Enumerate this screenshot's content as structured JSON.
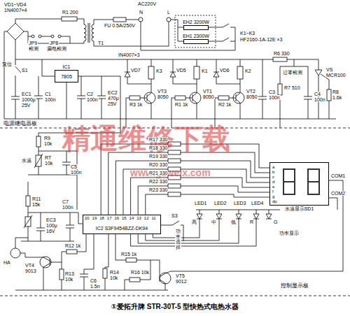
{
  "diagram": {
    "caption": "①爱拓升牌 STR-30T-5 型快热式电热水器",
    "nodes": [
      {
        "text": [
          "IC1",
          "7805"
        ]
      },
      {
        "text": [
          "IC2 S3F9454BZZ-DK94"
        ]
      },
      {
        "text": [
          "EH2 3200W"
        ]
      },
      {
        "text": [
          "EH1 2300W"
        ]
      },
      {
        "text": [
          "水温显示SD1"
        ]
      }
    ],
    "labels": [
      "VD1~VD4",
      "1N4007×4",
      "R1 200",
      "T1",
      "AC220V",
      "N",
      "L",
      "FU 0.5A/250V",
      "K1~K3",
      "HF2160-1A-12E ×3",
      "JP9",
      "检测",
      "JP8",
      "漏电检测",
      "复位",
      "S1",
      "IN4007×3",
      "R6 330",
      "VS",
      "MCR100",
      "VD7",
      "K3",
      "VT3",
      "8050",
      "VD5",
      "K1",
      "VT1",
      "8050",
      "VD6",
      "K2",
      "VT2",
      "8050",
      "R3 1k",
      "R1 1k",
      "R2 1k",
      "EC1",
      "1000μ",
      "25V",
      "C1",
      "100n",
      "C2",
      "100n",
      "EC2",
      "470μ",
      "25V",
      "过零检测",
      "R7 510",
      "C4",
      "100n",
      "C3",
      "100n",
      "R8",
      "1.6k",
      "电源继电器板",
      "R9",
      "10k",
      "RT",
      "水温",
      "10k",
      "C5",
      "100n",
      "R17 330",
      "R18 330",
      "R19 330",
      "R20 330",
      "R21 330",
      "R22 330",
      "R23 330",
      "a",
      "b",
      "c",
      "d",
      "e",
      "f",
      "g",
      "dp",
      "COM1",
      "COM2",
      "R11",
      "15k",
      "EC3",
      "100μ",
      "16V",
      "C7",
      "100n",
      "20",
      "19",
      "18",
      "17",
      "16",
      "15",
      "14",
      "13",
      "12",
      "11",
      "S3",
      "功率选择",
      "LED1",
      "LED2",
      "LED3",
      "LED4",
      "高",
      "中",
      "低",
      "R",
      "G",
      "功率显示",
      "HA",
      "VT4",
      "9013",
      "R12 1k",
      "R13",
      "10k",
      "C6",
      "1.5n",
      "R14",
      "10k",
      "R15 1k",
      "R16 10k",
      "VT5",
      "9012",
      "控制显示板",
      "精通维修下载",
      "www.gzweix.com"
    ]
  }
}
